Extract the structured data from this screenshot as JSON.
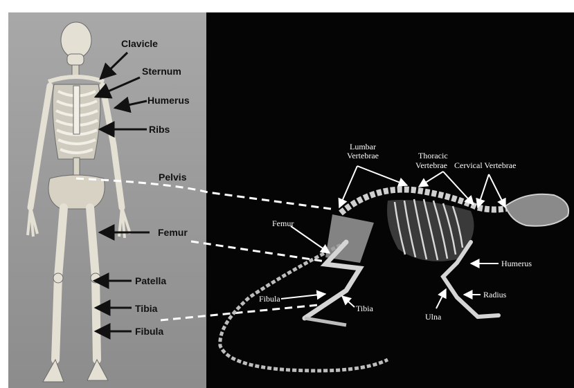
{
  "human_labels": [
    {
      "id": "clavicle",
      "text": "Clavicle"
    },
    {
      "id": "sternum",
      "text": "Sternum"
    },
    {
      "id": "humerus",
      "text": "Humerus"
    },
    {
      "id": "ribs",
      "text": "Ribs"
    },
    {
      "id": "pelvis",
      "text": "Pelvis"
    },
    {
      "id": "femur",
      "text": "Femur"
    },
    {
      "id": "patella",
      "text": "Patella"
    },
    {
      "id": "tibia",
      "text": "Tibia"
    },
    {
      "id": "fibula",
      "text": "Fibula"
    }
  ],
  "rat_labels": [
    {
      "id": "lumbar-line1",
      "text": "Lumbar"
    },
    {
      "id": "lumbar-line2",
      "text": "Vertebrae"
    },
    {
      "id": "thoracic-line1",
      "text": "Thoracic"
    },
    {
      "id": "thoracic-line2",
      "text": "Vertebrae"
    },
    {
      "id": "cervical",
      "text": "Cervical Vertebrae"
    },
    {
      "id": "femur",
      "text": "Femur"
    },
    {
      "id": "humerus",
      "text": "Humerus"
    },
    {
      "id": "fibula",
      "text": "Fibula"
    },
    {
      "id": "tibia",
      "text": "Tibia"
    },
    {
      "id": "radius",
      "text": "Radius"
    },
    {
      "id": "ulna",
      "text": "Ulna"
    }
  ],
  "colors": {
    "human_panel": "#9a9a9a",
    "rat_panel": "#050505",
    "bone_human": "#e4e0d4",
    "bone_rat": "#bdbdbd",
    "arrow_human": "#111111",
    "arrow_rat": "#ffffff",
    "connector": "#ffffff"
  }
}
